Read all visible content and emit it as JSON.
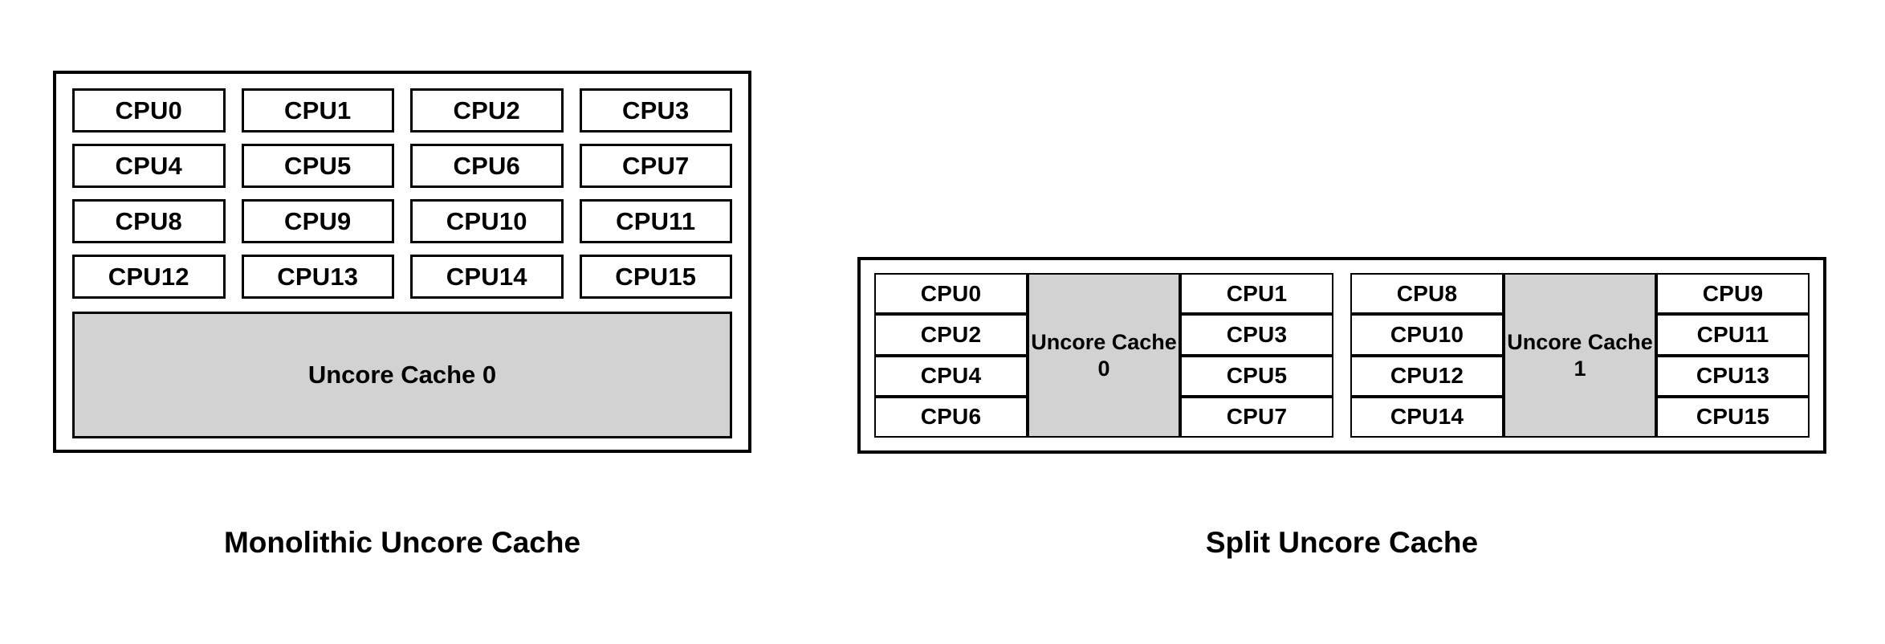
{
  "diagrams": [
    {
      "id": "monolithic",
      "caption": "Monolithic Uncore Cache",
      "cpus": [
        "CPU0",
        "CPU1",
        "CPU2",
        "CPU3",
        "CPU4",
        "CPU5",
        "CPU6",
        "CPU7",
        "CPU8",
        "CPU9",
        "CPU10",
        "CPU11",
        "CPU12",
        "CPU13",
        "CPU14",
        "CPU15"
      ],
      "cache_label": "Uncore Cache 0"
    },
    {
      "id": "split",
      "caption": "Split Uncore Cache",
      "clusters": [
        {
          "left_cpus": [
            "CPU0",
            "CPU2",
            "CPU4",
            "CPU6"
          ],
          "cache_label": "Uncore Cache 0",
          "right_cpus": [
            "CPU1",
            "CPU3",
            "CPU5",
            "CPU7"
          ]
        },
        {
          "left_cpus": [
            "CPU8",
            "CPU10",
            "CPU12",
            "CPU14"
          ],
          "cache_label": "Uncore Cache 1",
          "right_cpus": [
            "CPU9",
            "CPU11",
            "CPU13",
            "CPU15"
          ]
        }
      ]
    }
  ],
  "colors": {
    "cache_fill": "#d2d2d2",
    "border": "#000000",
    "background": "#ffffff",
    "text": "#000000"
  }
}
